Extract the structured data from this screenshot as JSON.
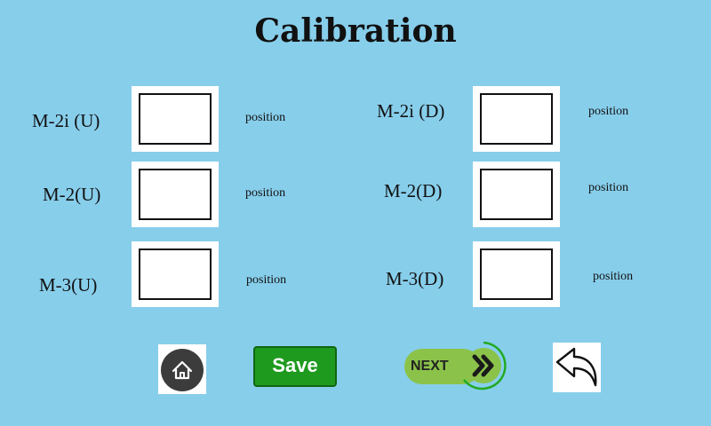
{
  "screen": {
    "title": "Calibration"
  },
  "fields": [
    {
      "label": "M-2i (U)",
      "value": "",
      "suffix": "position"
    },
    {
      "label": "M-2(U)",
      "value": "",
      "suffix": "position"
    },
    {
      "label": "M-3(U)",
      "value": "",
      "suffix": "position"
    },
    {
      "label": "M-2i (D)",
      "value": "",
      "suffix": "position"
    },
    {
      "label": "M-2(D)",
      "value": "",
      "suffix": "position"
    },
    {
      "label": "M-3(D)",
      "value": "",
      "suffix": "position"
    }
  ],
  "buttons": {
    "home_icon": "home-icon",
    "save_label": "Save",
    "next_label": "NEXT",
    "next_icon": "double-chevron-right-icon",
    "back_icon": "back-arrow-icon"
  },
  "colors": {
    "background": "#87ceeb",
    "save": "#1e9a1e",
    "next_pill": "#8bc34a",
    "next_accent": "#22aa22"
  }
}
